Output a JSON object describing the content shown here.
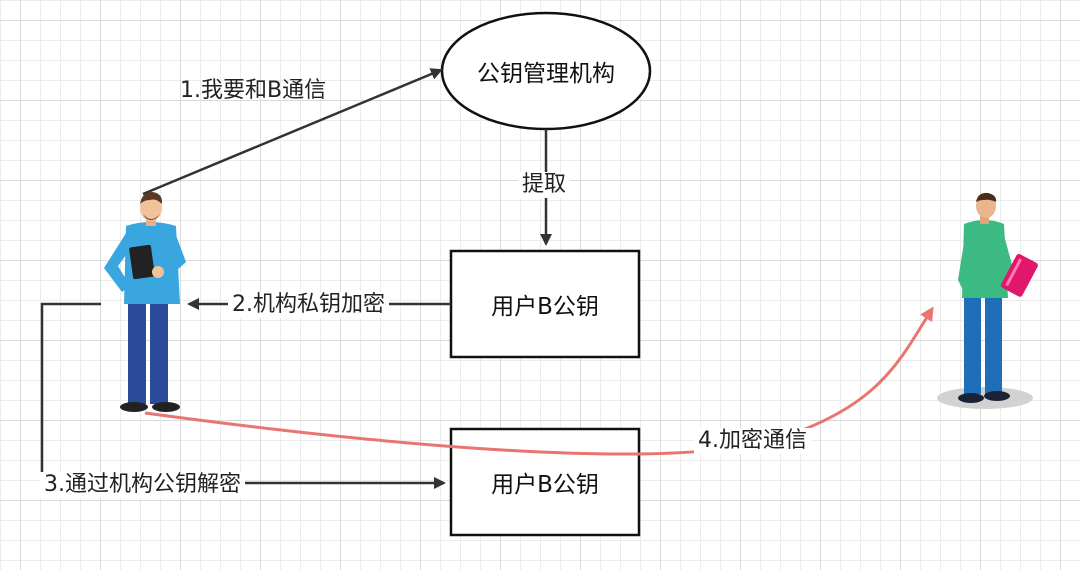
{
  "nodes": {
    "authority": "公钥管理机构",
    "box_top": "用户B公钥",
    "box_bottom": "用户B公钥"
  },
  "edges": {
    "step1": "1.我要和B通信",
    "extract": "提取",
    "step2": "2.机构私钥加密",
    "step3": "3.通过机构公钥解密",
    "step4": "4.加密通信"
  },
  "figures": {
    "user_a": "person-with-tablet-icon",
    "user_b": "person-with-book-icon"
  },
  "colors": {
    "line": "#333333",
    "encrypted_link": "#e8756f",
    "shirt_a": "#3aa6e0",
    "shirt_b": "#3cba84",
    "book_b": "#e0176b"
  }
}
